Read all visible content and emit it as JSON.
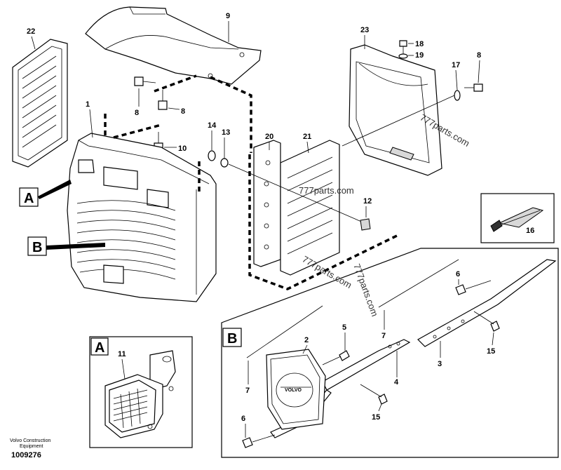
{
  "callouts": {
    "c22": "22",
    "c9": "9",
    "c23": "23",
    "c18": "18",
    "c19": "19",
    "c17": "17",
    "c8a": "8",
    "c8b": "8",
    "c8c": "8",
    "c1": "1",
    "c10": "10",
    "c14": "14",
    "c13": "13",
    "c20": "20",
    "c21": "21",
    "c12": "12",
    "c16": "16",
    "c11": "11",
    "c2": "2",
    "c5": "5",
    "c4": "4",
    "c7a": "7",
    "c7b": "7",
    "c6a": "6",
    "c6b": "6",
    "c3": "3",
    "c15a": "15",
    "c15b": "15"
  },
  "detail_labels": {
    "a_main": "A",
    "b_main": "B",
    "a_box": "A",
    "b_box": "B"
  },
  "watermarks": [
    "777parts.com",
    "777parts.com",
    "777parts.com",
    "777parts.com"
  ],
  "footer": {
    "brand_line1": "Volvo Construction",
    "brand_line2": "Equipment",
    "drawing_no": "1009276"
  },
  "logo_text": "VOLVO"
}
